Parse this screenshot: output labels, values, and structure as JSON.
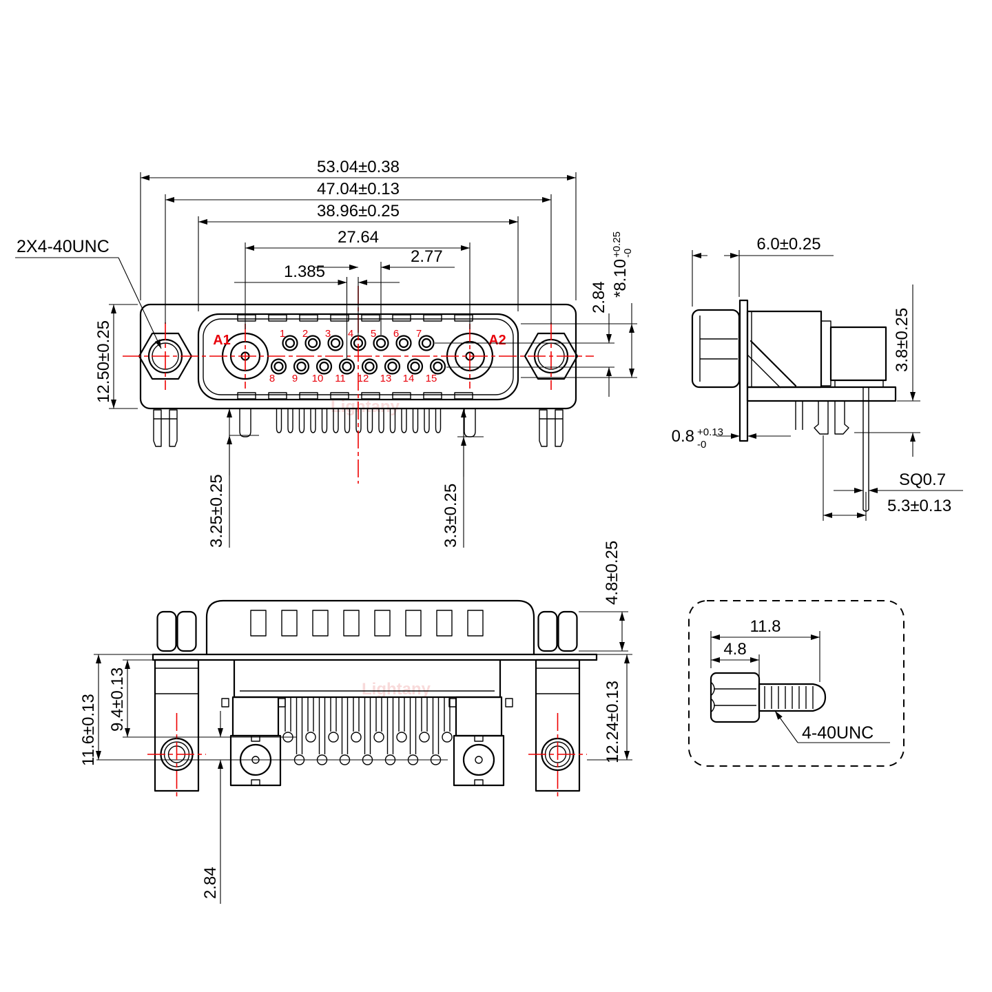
{
  "colors": {
    "line": "#000000",
    "centerline_red": "#ee0000",
    "label_red": "#e8000a",
    "watermark_pink": "#f3bcbc",
    "background": "#ffffff"
  },
  "watermark": {
    "text": "Lightany"
  },
  "front_view": {
    "callout_thread": "2X4-40UNC",
    "label_a1": "A1",
    "label_a2": "A2",
    "pins_top": [
      "1",
      "2",
      "3",
      "4",
      "5",
      "6",
      "7"
    ],
    "pins_bottom": [
      "8",
      "9",
      "10",
      "11",
      "12",
      "13",
      "14",
      "15"
    ],
    "dims": {
      "outer_width": "53.04±0.38",
      "mount_hole_span": "47.04±0.13",
      "shell_width": "38.96±0.25",
      "coax_span": "27.64",
      "pin_pitch": "2.77",
      "row_stagger": "1.385",
      "flange_height": "12.50±0.25",
      "row_gap": "2.84",
      "shell_opening": "*8.10",
      "shell_opening_tol_plus": "+0.25",
      "shell_opening_tol_minus": "-0",
      "pin_length_left": "3.25±0.25",
      "pin_length_right": "3.3±0.25"
    }
  },
  "side_view": {
    "dims": {
      "front_depth": "6.0±0.25",
      "standoff": "3.8±0.25",
      "flange_thickness": "0.8",
      "flange_thickness_tol_plus": "+0.13",
      "flange_thickness_tol_minus": "-0",
      "pin_square": "SQ0.7",
      "pin_setback": "5.3±0.13"
    }
  },
  "bottom_view": {
    "dims": {
      "insert_center_depth": "11.6±0.13",
      "body_depth": "9.4±0.13",
      "row_offset": "2.84",
      "standoff_height": "4.8±0.25",
      "block_depth": "12.24±0.13"
    }
  },
  "screw_detail": {
    "total_length": "11.8",
    "head_length": "4.8",
    "thread_callout": "4-40UNC"
  }
}
